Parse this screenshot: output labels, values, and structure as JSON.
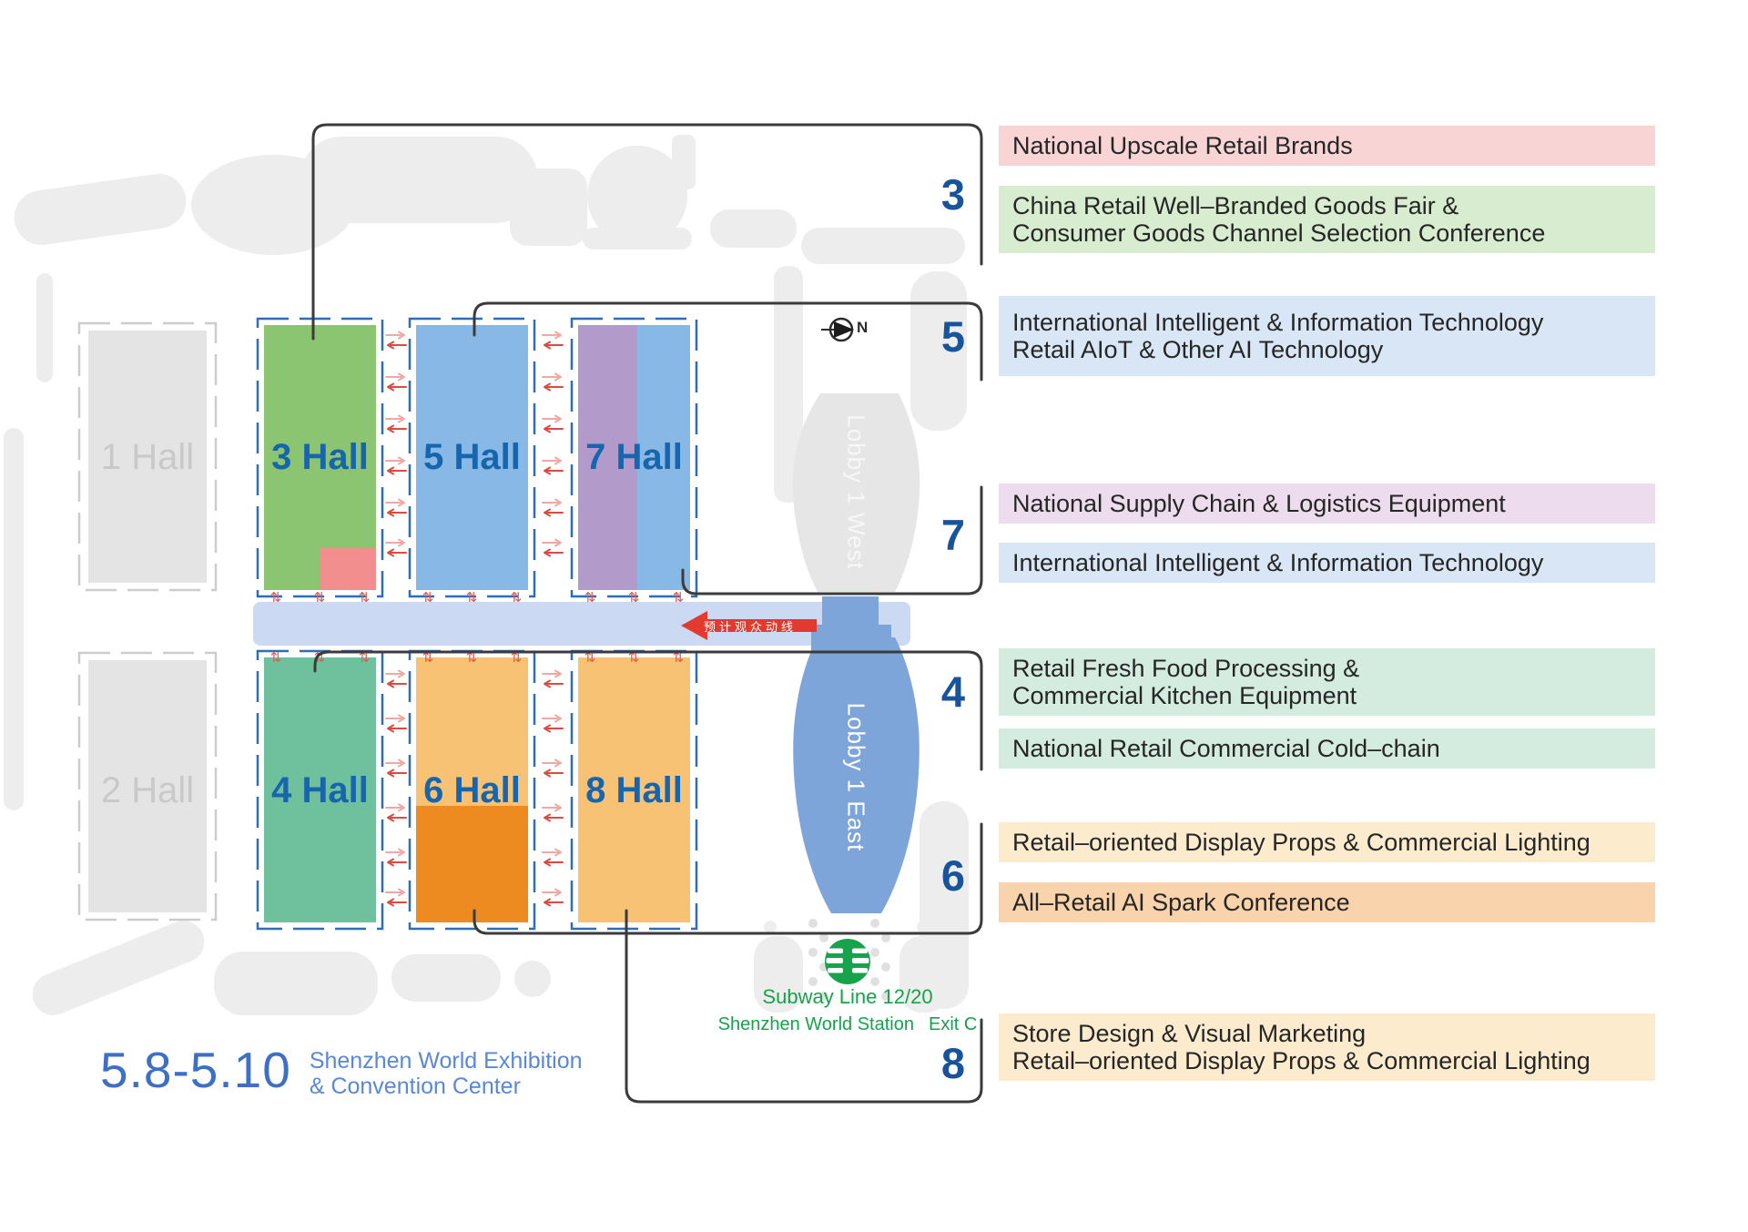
{
  "map": {
    "halls": {
      "h1": {
        "label": "1 Hall"
      },
      "h2": {
        "label": "2 Hall"
      },
      "h3": {
        "label": "3 Hall"
      },
      "h4": {
        "label": "4 Hall"
      },
      "h5": {
        "label": "5 Hall"
      },
      "h6": {
        "label": "6 Hall"
      },
      "h7": {
        "label": "7 Hall"
      },
      "h8": {
        "label": "8 Hall"
      }
    },
    "lobbies": {
      "west": "Lobby 1 West",
      "east": "Lobby 1 East"
    },
    "north_label": "N",
    "flow_arrow_label": "预计观众动线"
  },
  "legend": {
    "s3": {
      "num": "3",
      "bars": [
        {
          "color": "pink",
          "lines": [
            "National Upscale Retail Brands"
          ]
        },
        {
          "color": "green",
          "lines": [
            "China Retail Well–Branded Goods Fair &",
            "Consumer Goods Channel Selection Conference"
          ]
        }
      ]
    },
    "s5": {
      "num": "5",
      "bars": [
        {
          "color": "blue",
          "lines": [
            "International Intelligent & Information Technology",
            "Retail AIoT & Other AI Technology"
          ]
        }
      ]
    },
    "s7": {
      "num": "7",
      "bars": [
        {
          "color": "purple",
          "lines": [
            "National Supply Chain & Logistics Equipment"
          ]
        },
        {
          "color": "blue",
          "lines": [
            "International Intelligent & Information Technology"
          ]
        }
      ]
    },
    "s4": {
      "num": "4",
      "bars": [
        {
          "color": "mint",
          "lines": [
            "Retail Fresh Food Processing &",
            "Commercial Kitchen Equipment"
          ]
        },
        {
          "color": "mint",
          "lines": [
            "National Retail Commercial Cold–chain"
          ]
        }
      ]
    },
    "s6": {
      "num": "6",
      "bars": [
        {
          "color": "peach",
          "lines": [
            "Retail–oriented Display Props & Commercial Lighting"
          ]
        },
        {
          "color": "orange",
          "lines": [
            "All–Retail AI Spark Conference"
          ]
        }
      ]
    },
    "s8": {
      "num": "8",
      "bars": [
        {
          "color": "peach",
          "lines": [
            "Store Design & Visual Marketing",
            "Retail–oriented Display Props & Commercial Lighting"
          ]
        }
      ]
    }
  },
  "subway": {
    "line": "Subway Line 12/20",
    "station": "Shenzhen World Station",
    "exit": "Exit C"
  },
  "footer": {
    "dates": "5.8-5.10",
    "venue_line1": "Shenzhen World Exhibition",
    "venue_line2": "& Convention Center"
  },
  "colors": {
    "hall3_green": "#8cc571",
    "hall3_pink_patch": "#f28e8e",
    "hall5_blue": "#88b9e6",
    "hall7_purple": "#b29aca",
    "hall4_teal": "#6fc19e",
    "hall6_light_orange": "#f7c273",
    "hall6_dark_orange": "#ee8b20",
    "hall8_orange": "#f7c273",
    "hall_outline_blue": "#2f6eb6",
    "inactive_hall_gray": "#e4e4e4",
    "corridor_blue": "#cbd9f2",
    "lobby_east_blue": "#7ea5d9",
    "lobby_west_gray": "#e6e6e6",
    "flow_arrow_red": "#e23a2e",
    "metro_green": "#17a24b",
    "legend_number_blue": "#17549c",
    "hall_label_blue": "#1765ad",
    "bar_pink": "#f9d4d4",
    "bar_green": "#d8ecd0",
    "bar_blue": "#d9e6f5",
    "bar_purple": "#ecdcee",
    "bar_mint": "#d4ecdf",
    "bar_peach": "#fdebce",
    "bar_orange": "#f8d3ab",
    "footer_blue": "#3e6fc6"
  }
}
